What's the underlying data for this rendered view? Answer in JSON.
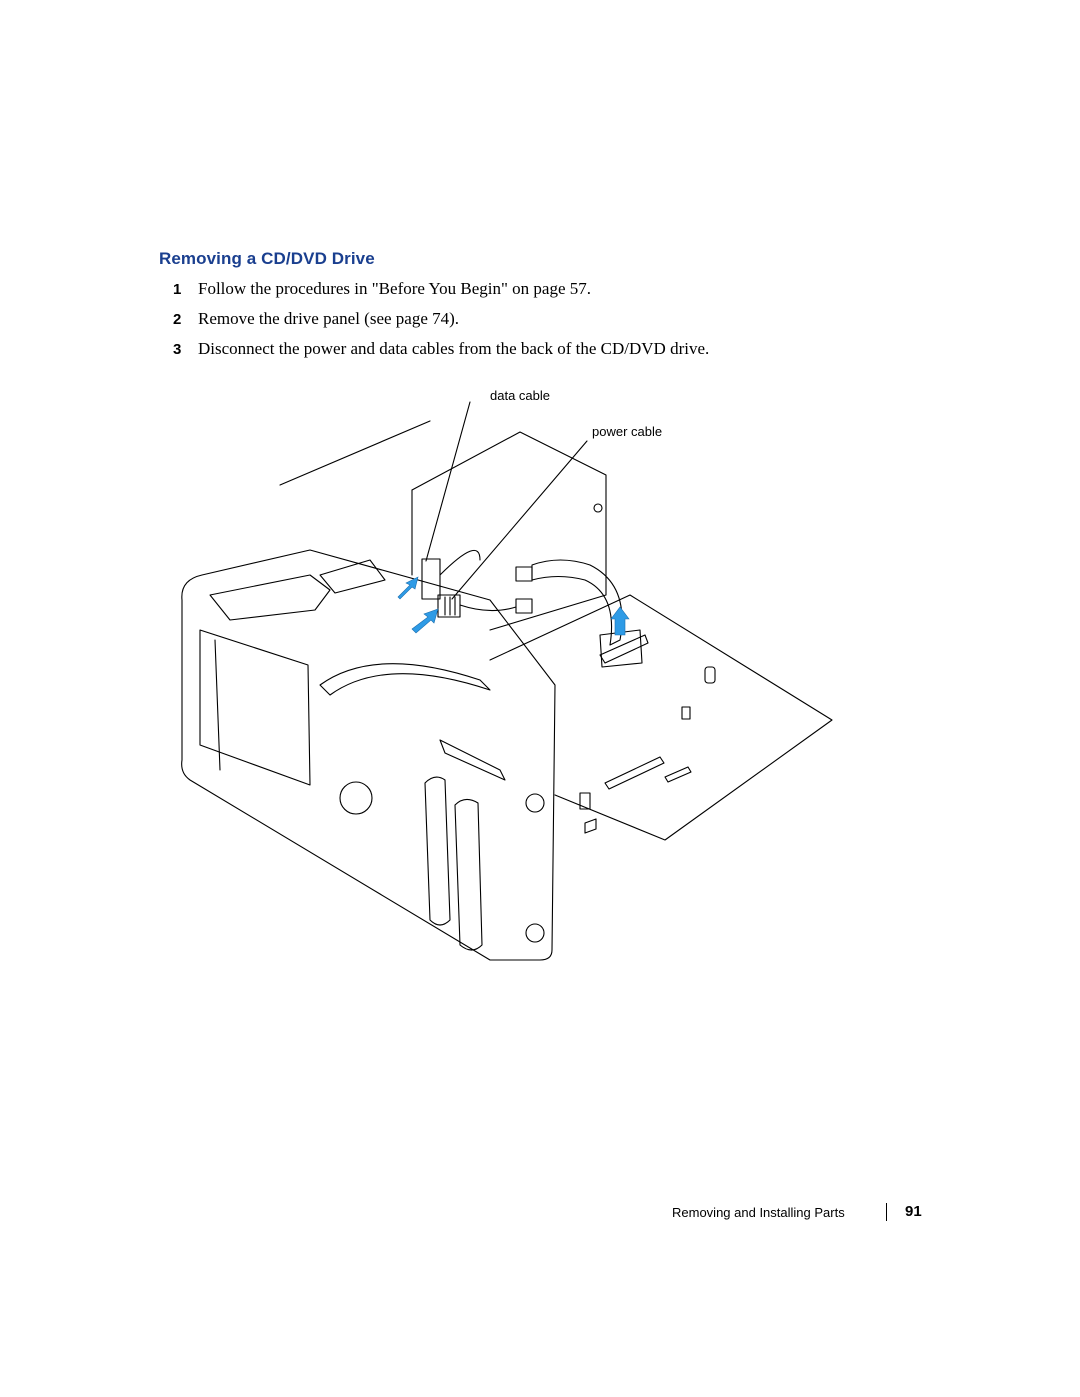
{
  "section": {
    "title": "Removing a CD/DVD Drive"
  },
  "steps": [
    {
      "number": "1",
      "text": "Follow the procedures in \"Before You Begin\" on page 57."
    },
    {
      "number": "2",
      "text": "Remove the drive panel (see page 74)."
    },
    {
      "number": "3",
      "text": "Disconnect the power and data cables from the back of the CD/DVD drive."
    }
  ],
  "figure": {
    "callouts": {
      "data_cable": "data cable",
      "power_cable": "power cable"
    },
    "colors": {
      "arrow": "#2e9be6",
      "line": "#000000"
    }
  },
  "footer": {
    "section_name": "Removing and Installing Parts",
    "page_number": "91"
  }
}
